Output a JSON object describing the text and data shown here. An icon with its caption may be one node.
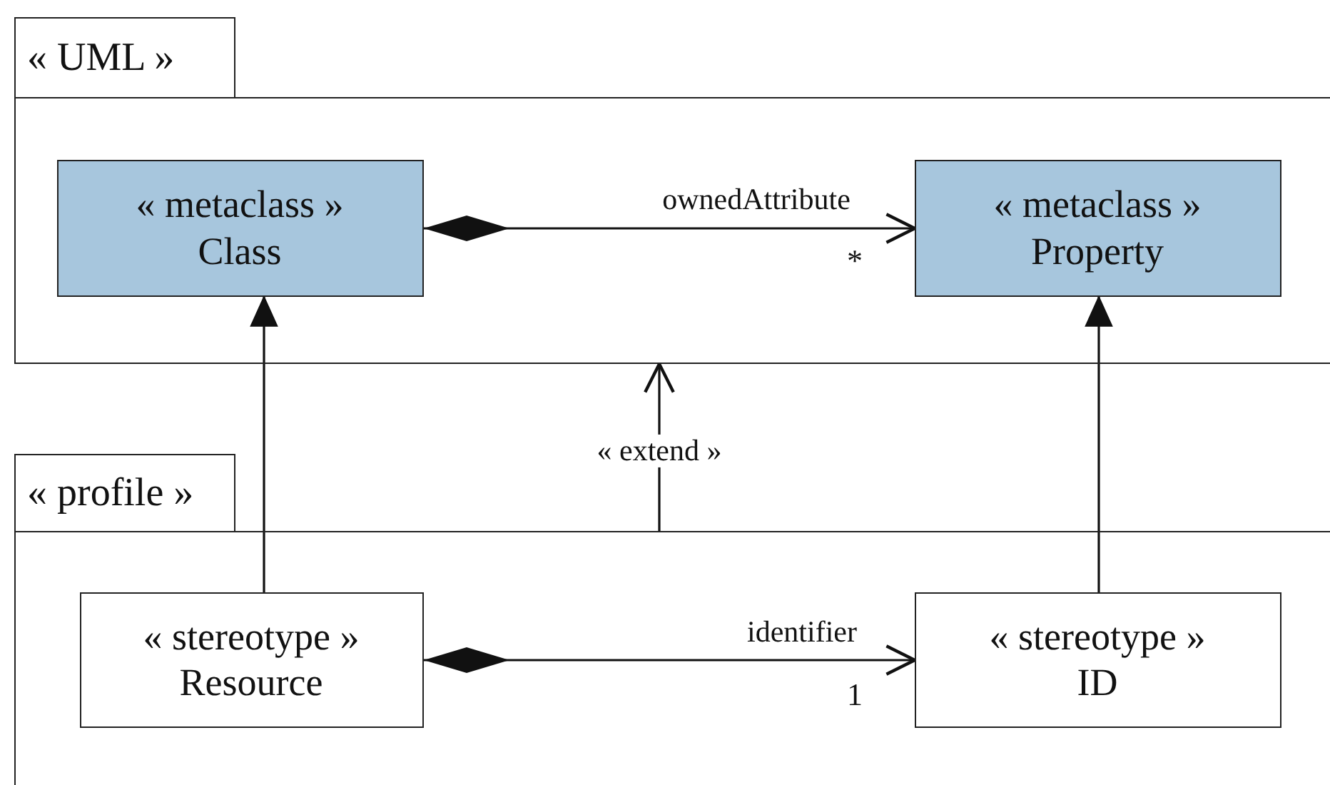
{
  "diagram": {
    "nodes": [
      {
        "text": [
          "« UML »"
        ]
      },
      {
        "text": [
          "« metaclass »",
          "Class"
        ],
        "in": 0
      },
      {
        "text": [
          "« metaclass »",
          "Property"
        ],
        "in": 0
      },
      {
        "text": [
          "« profile »"
        ]
      },
      {
        "text": [
          "« stereotype »",
          "Resource"
        ],
        "in": 3
      },
      {
        "text": [
          "« stereotype »",
          "ID"
        ],
        "in": 3
      }
    ],
    "edges": [
      {
        "from": 1,
        "to": 2,
        "arrow": "to",
        "label": "ownedAttribute"
      },
      {
        "from": 4,
        "to": 1,
        "arrow": "to"
      },
      {
        "from": 5,
        "to": 2,
        "arrow": "to"
      },
      {
        "from": 4,
        "to": 5,
        "arrow": "to",
        "label": "identifier"
      },
      {
        "from": 3,
        "to": 0,
        "arrow": "to",
        "label": "« extend »"
      }
    ],
    "labels": [
      "*",
      "1"
    ]
  }
}
